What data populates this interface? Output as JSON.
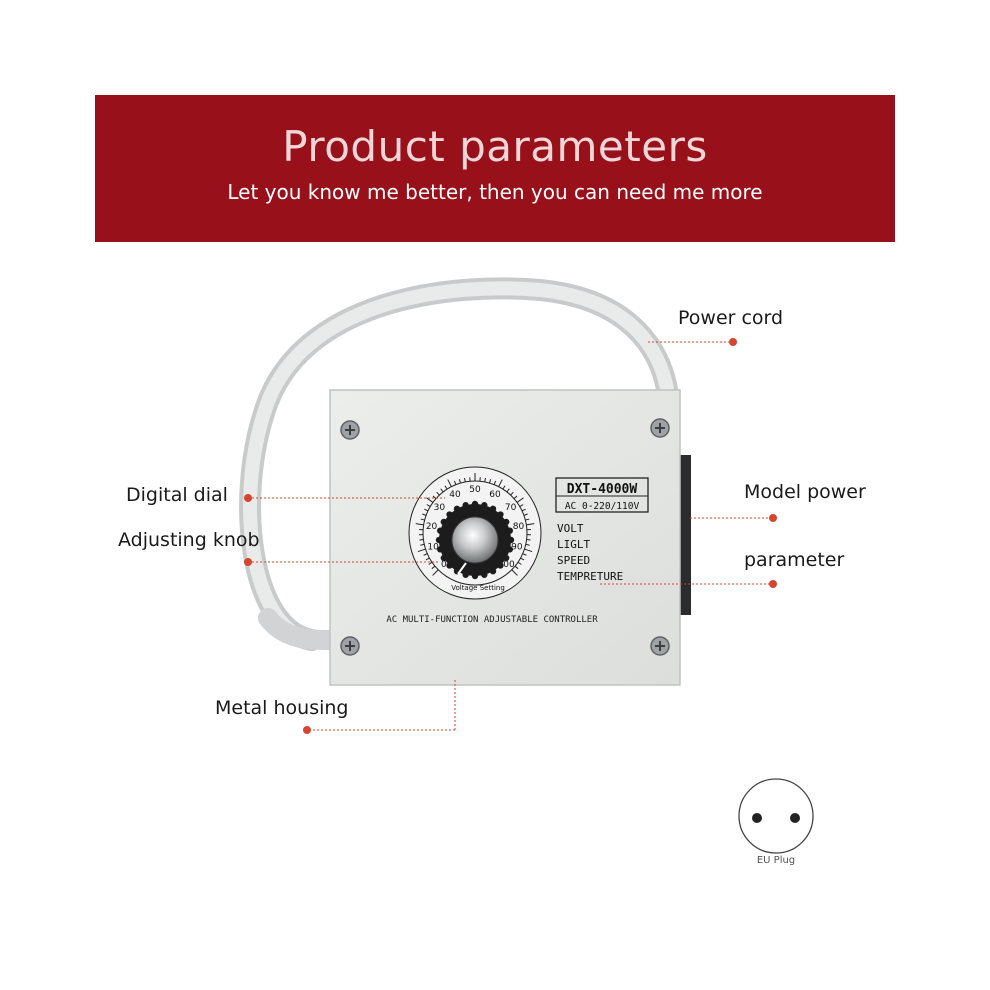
{
  "header": {
    "title": "Product parameters",
    "subtitle": "Let you know me better, then you can need me more"
  },
  "callouts": {
    "power_cord": "Power cord",
    "digital_dial": "Digital dial",
    "adjusting_knob": "Adjusting knob",
    "model_power": "Model power",
    "parameter": "parameter",
    "metal_housing": "Metal housing"
  },
  "device": {
    "model": "DXT-4000W",
    "voltage": "AC 0-220/110V",
    "modes": [
      "VOLT",
      "LIGLT",
      "SPEED",
      "TEMPRETURE"
    ],
    "dial_marks": [
      "0",
      "10",
      "20",
      "30",
      "40",
      "50",
      "60",
      "70",
      "80",
      "90",
      "100"
    ],
    "dial_caption": "Voltage Setting",
    "panel_caption": "AC MULTI-FUNCTION ADJUSTABLE CONTROLLER"
  },
  "plug": {
    "label": "EU Plug"
  },
  "colors": {
    "banner": "#97101a",
    "accent_dot": "#d6452f",
    "housing": "#e3e5e3"
  }
}
